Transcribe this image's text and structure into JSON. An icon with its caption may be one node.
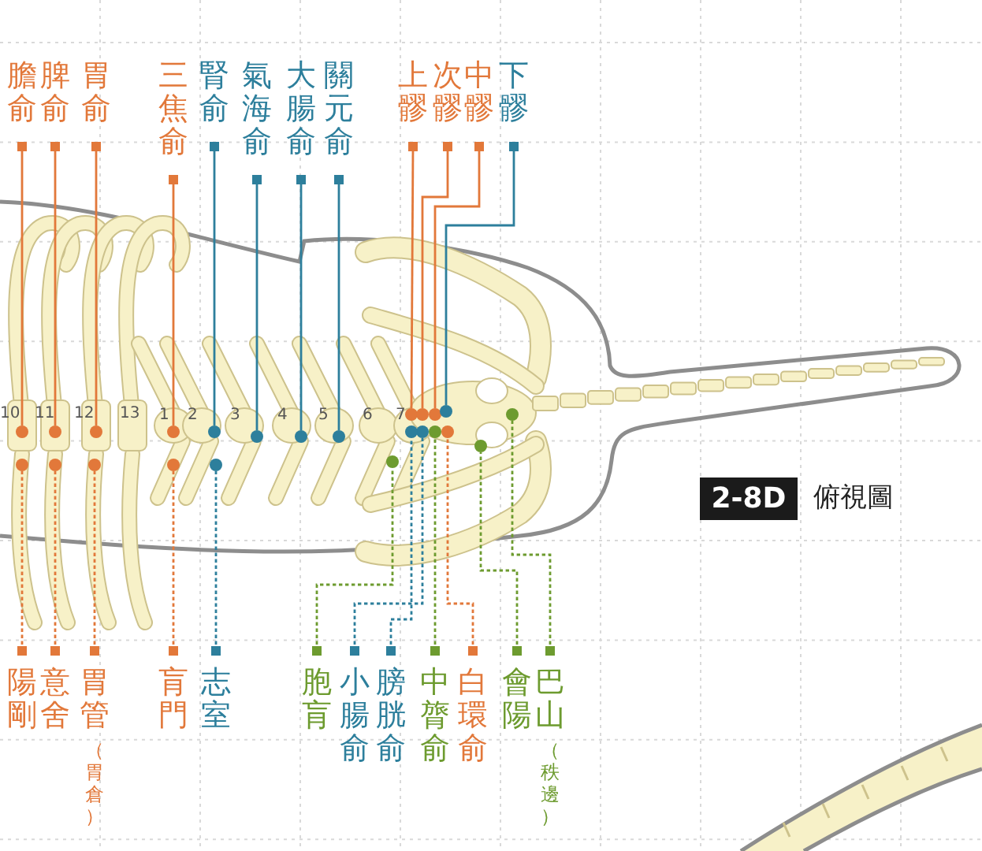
{
  "diagram": {
    "nodes": [
      {
        "text": [
          "膽俞"
        ]
      },
      {
        "text": [
          "脾俞"
        ]
      },
      {
        "text": [
          "胃俞"
        ]
      },
      {
        "text": [
          "三焦俞"
        ]
      },
      {
        "text": [
          "腎俞"
        ]
      },
      {
        "text": [
          "氣海俞"
        ]
      },
      {
        "text": [
          "大腸俞"
        ]
      },
      {
        "text": [
          "關元俞"
        ]
      },
      {
        "text": [
          "上髎"
        ]
      },
      {
        "text": [
          "次髎"
        ]
      },
      {
        "text": [
          "中髎"
        ]
      },
      {
        "text": [
          "下髎"
        ]
      },
      {
        "text": [
          "陽剛"
        ]
      },
      {
        "text": [
          "意舍"
        ]
      },
      {
        "text": [
          "胃管",
          "（胃倉）"
        ]
      },
      {
        "text": [
          "肓門"
        ]
      },
      {
        "text": [
          "志室"
        ]
      },
      {
        "text": [
          "胞肓"
        ]
      },
      {
        "text": [
          "小腸俞"
        ]
      },
      {
        "text": [
          "膀胱俞"
        ]
      },
      {
        "text": [
          "中膂俞"
        ]
      },
      {
        "text": [
          "白環俞"
        ]
      },
      {
        "text": [
          "會陽"
        ]
      },
      {
        "text": [
          "巴山",
          "（秩邊）"
        ]
      },
      {
        "text": [
          "2-8D"
        ],
        "beside": [
          "俯視圖"
        ]
      },
      {
        "text": [],
        "shape": "circle"
      },
      {
        "text": [],
        "shape": "circle"
      },
      {
        "text": [],
        "shape": "circle"
      },
      {
        "text": [],
        "shape": "circle"
      },
      {
        "text": [],
        "shape": "circle"
      },
      {
        "text": [],
        "shape": "circle"
      },
      {
        "text": [],
        "shape": "circle"
      },
      {
        "text": [],
        "shape": "circle"
      },
      {
        "text": [],
        "shape": "circle"
      },
      {
        "text": [],
        "shape": "circle"
      },
      {
        "text": [],
        "shape": "circle"
      },
      {
        "text": [],
        "shape": "circle"
      },
      {
        "text": [],
        "shape": "circle"
      },
      {
        "text": [],
        "shape": "circle"
      },
      {
        "text": [],
        "shape": "circle"
      },
      {
        "text": [],
        "shape": "circle"
      },
      {
        "text": [],
        "shape": "circle"
      },
      {
        "text": [],
        "shape": "circle"
      },
      {
        "text": [],
        "shape": "circle"
      },
      {
        "text": [],
        "shape": "circle"
      },
      {
        "text": [],
        "shape": "circle"
      },
      {
        "text": [],
        "shape": "circle"
      },
      {
        "text": [],
        "shape": "circle"
      },
      {
        "text": [],
        "shape": "circle"
      }
    ],
    "edges": [
      {
        "from": 0,
        "to": 25,
        "arrow": "other",
        "color": "#e2783a"
      },
      {
        "from": 1,
        "to": 26,
        "arrow": "other",
        "color": "#e2783a"
      },
      {
        "from": 2,
        "to": 27,
        "arrow": "other",
        "color": "#e2783a"
      },
      {
        "from": 3,
        "to": 28,
        "arrow": "other",
        "color": "#e2783a"
      },
      {
        "from": 4,
        "to": 29,
        "arrow": "other",
        "color": "#2d7f9c"
      },
      {
        "from": 5,
        "to": 30,
        "arrow": "other",
        "color": "#2d7f9c"
      },
      {
        "from": 6,
        "to": 31,
        "arrow": "other",
        "color": "#2d7f9c"
      },
      {
        "from": 7,
        "to": 32,
        "arrow": "other",
        "color": "#2d7f9c"
      },
      {
        "from": 8,
        "to": 33,
        "arrow": "other",
        "color": "#e2783a"
      },
      {
        "from": 9,
        "to": 34,
        "arrow": "other",
        "color": "#e2783a"
      },
      {
        "from": 10,
        "to": 35,
        "arrow": "other",
        "color": "#e2783a"
      },
      {
        "from": 11,
        "to": 36,
        "arrow": "other",
        "color": "#2d7f9c"
      },
      {
        "from": 12,
        "to": 37,
        "arrow": "other",
        "style": "dashed",
        "color": "#e2783a"
      },
      {
        "from": 13,
        "to": 38,
        "arrow": "other",
        "style": "dashed",
        "color": "#e2783a"
      },
      {
        "from": 14,
        "to": 39,
        "arrow": "other",
        "style": "dashed",
        "color": "#e2783a"
      },
      {
        "from": 15,
        "to": 40,
        "arrow": "other",
        "style": "dashed",
        "color": "#e2783a"
      },
      {
        "from": 16,
        "to": 41,
        "arrow": "other",
        "style": "dashed",
        "color": "#2d7f9c"
      },
      {
        "from": 17,
        "to": 42,
        "arrow": "other",
        "style": "dashed",
        "color": "#6d9b2f"
      },
      {
        "from": 18,
        "to": 43,
        "arrow": "other",
        "style": "dashed",
        "color": "#2d7f9c"
      },
      {
        "from": 19,
        "to": 44,
        "arrow": "other",
        "style": "dashed",
        "color": "#2d7f9c"
      },
      {
        "from": 20,
        "to": 45,
        "arrow": "other",
        "style": "dashed",
        "color": "#6d9b2f"
      },
      {
        "from": 21,
        "to": 46,
        "arrow": "other",
        "style": "dashed",
        "color": "#e2783a"
      },
      {
        "from": 22,
        "to": 47,
        "arrow": "other",
        "style": "dashed",
        "color": "#6d9b2f"
      },
      {
        "from": 23,
        "to": 48,
        "arrow": "other",
        "style": "dashed",
        "color": "#6d9b2f"
      }
    ],
    "labels": [
      "10",
      "11",
      "12",
      "13",
      "1",
      "2",
      "3",
      "4",
      "5",
      "6",
      "7"
    ]
  }
}
